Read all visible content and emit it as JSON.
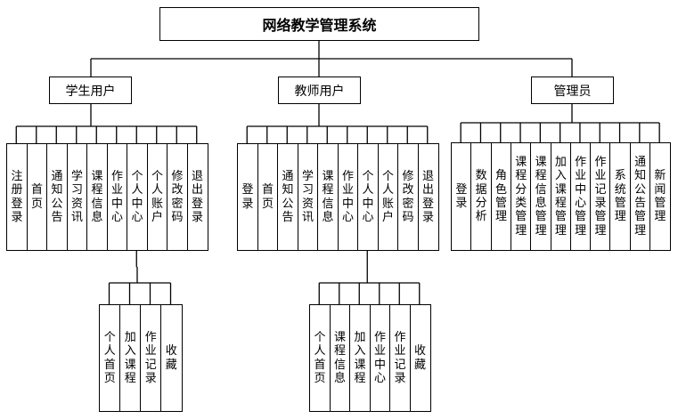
{
  "root": {
    "title": "网络教学管理系统"
  },
  "roles": {
    "student": {
      "label": "学生用户",
      "modules": [
        "注册登录",
        "首页",
        "通知公告",
        "学习资讯",
        "课程信息",
        "作业中心",
        "个人中心",
        "个人账户",
        "修改密码",
        "退出登录"
      ],
      "personal_center": [
        "个人首页",
        "加入课程",
        "作业记录",
        "收藏"
      ]
    },
    "teacher": {
      "label": "教师用户",
      "modules": [
        "登录",
        "首页",
        "通知公告",
        "学习资讯",
        "课程信息",
        "作业中心",
        "个人中心",
        "个人账户",
        "修改密码",
        "退出登录"
      ],
      "personal_center": [
        "个人首页",
        "课程信息",
        "加入课程",
        "作业中心",
        "作业记录",
        "收藏"
      ]
    },
    "admin": {
      "label": "管理员",
      "modules": [
        "登录",
        "数据分析",
        "角色管理",
        "课程分类管理",
        "课程信息管理",
        "加入课程管理",
        "作业中心管理",
        "作业记录管理",
        "系统管理",
        "通知公告管理",
        "新闻管理"
      ]
    }
  }
}
